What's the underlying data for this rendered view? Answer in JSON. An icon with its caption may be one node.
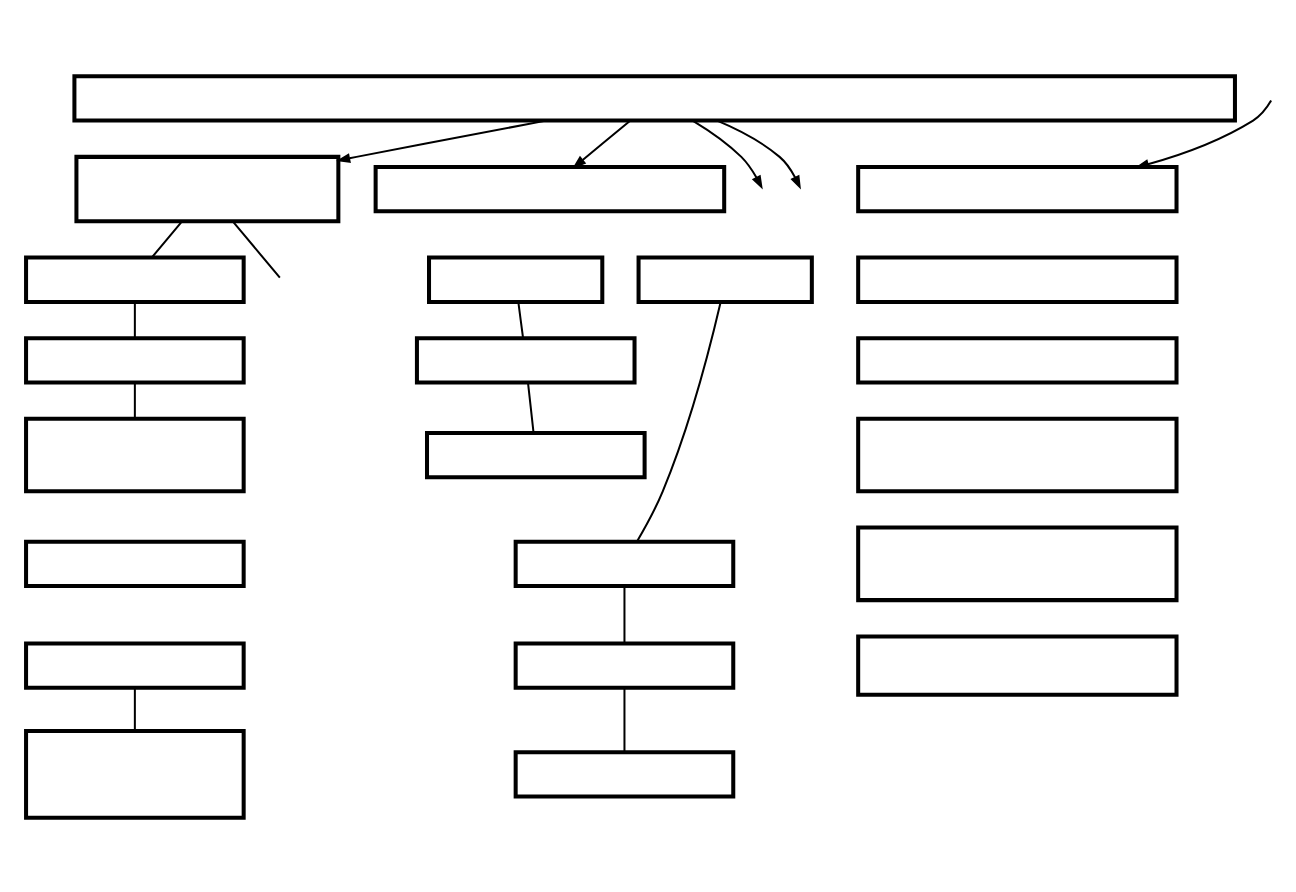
{
  "diagram": {
    "nodes": [
      {
        "text": [],
        "shape": "box"
      },
      {
        "text": [],
        "shape": "box"
      },
      {
        "text": [],
        "shape": "box"
      },
      {
        "text": [],
        "shape": "box"
      },
      {
        "text": [],
        "shape": "box"
      },
      {
        "text": [],
        "shape": "box"
      },
      {
        "text": [],
        "shape": "box"
      },
      {
        "text": [],
        "shape": "box"
      },
      {
        "text": [],
        "shape": "box"
      },
      {
        "text": [],
        "shape": "box"
      },
      {
        "text": [],
        "shape": "box"
      },
      {
        "text": [],
        "shape": "box"
      },
      {
        "text": [],
        "shape": "box"
      },
      {
        "text": [],
        "shape": "box"
      },
      {
        "text": [],
        "shape": "box"
      },
      {
        "text": [],
        "shape": "box"
      },
      {
        "text": [],
        "shape": "box"
      },
      {
        "text": [],
        "shape": "box"
      },
      {
        "text": [],
        "shape": "box"
      },
      {
        "text": [],
        "shape": "box"
      },
      {
        "text": [],
        "shape": "box"
      },
      {
        "text": [],
        "shape": "box"
      }
    ],
    "edges": [
      {
        "from": 0,
        "to": 1,
        "arrow": "to"
      },
      {
        "from": 0,
        "to": null,
        "arrow": "to"
      },
      {
        "from": 0,
        "to": 8,
        "arrow": "to"
      },
      {
        "from": 0,
        "to": null,
        "arrow": "to"
      },
      {
        "from": 1,
        "to": 2,
        "arrow": "none"
      },
      {
        "from": 2,
        "to": 3,
        "arrow": "none"
      },
      {
        "from": 3,
        "to": 4,
        "arrow": "none"
      },
      {
        "from": 6,
        "to": 7,
        "arrow": "none"
      },
      {
        "from": 1,
        "to": null,
        "arrow": "none"
      },
      {
        "from": 9,
        "to": 11,
        "arrow": "none"
      },
      {
        "from": 11,
        "to": 12,
        "arrow": "none"
      },
      {
        "from": 10,
        "to": 13,
        "arrow": "none"
      },
      {
        "from": 13,
        "to": 14,
        "arrow": "none"
      },
      {
        "from": 14,
        "to": 15,
        "arrow": "none"
      },
      {
        "from": null,
        "to": 16,
        "arrow": "to"
      }
    ]
  }
}
